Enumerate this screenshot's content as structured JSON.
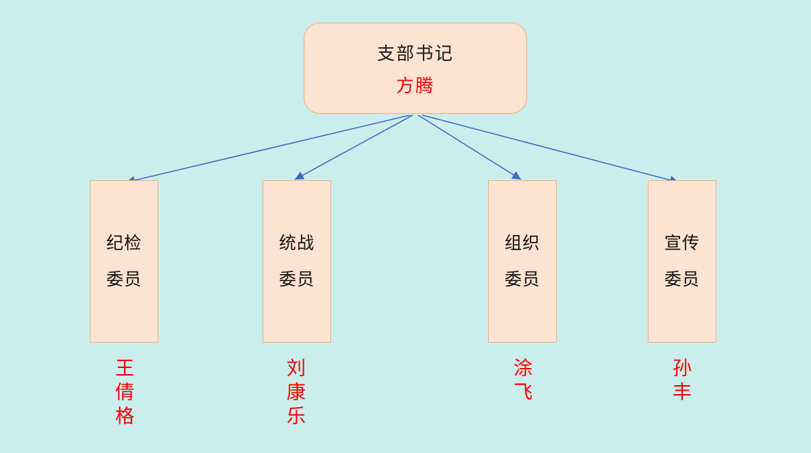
{
  "root_node": {
    "title": "支部书记",
    "name": "方腾"
  },
  "branches": [
    {
      "role_line1": "纪检",
      "role_line2": "委员",
      "person": "王倩格"
    },
    {
      "role_line1": "统战",
      "role_line2": "委员",
      "person": "刘康乐"
    },
    {
      "role_line1": "组织",
      "role_line2": "委员",
      "person": "涂飞"
    },
    {
      "role_line1": "宣传",
      "role_line2": "委员",
      "person": "孙丰"
    }
  ],
  "colors": {
    "background": "#cbeeec",
    "box_fill": "#fce3d2",
    "box_border": "#f2ae7e",
    "arrow": "#4169c8",
    "name_text": "#fb0204",
    "role_text": "#111111"
  }
}
